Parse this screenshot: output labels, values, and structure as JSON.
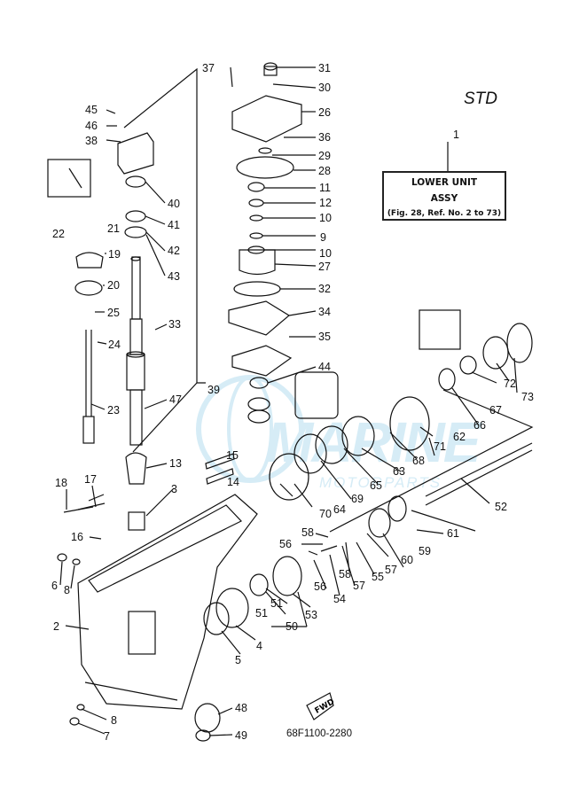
{
  "header": {
    "variant": "STD"
  },
  "info_box": {
    "ref_number": "1",
    "line1": "LOWER UNIT",
    "line2": "ASSY",
    "line3": "(Fig. 28, Ref. No. 2 to 73)"
  },
  "diagram_code": "68F1100-2280",
  "watermark": {
    "brand": "MARINE",
    "sub": "MOTORPARTS",
    "color": "#d6ecf6"
  },
  "fwd_label": "FWD",
  "part_labels": [
    "1",
    "2",
    "3",
    "4",
    "5",
    "6",
    "7",
    "8",
    "9",
    "10",
    "11",
    "12",
    "13",
    "14",
    "15",
    "16",
    "17",
    "18",
    "19",
    "20",
    "21",
    "22",
    "23",
    "24",
    "25",
    "26",
    "27",
    "28",
    "29",
    "30",
    "31",
    "32",
    "33",
    "34",
    "35",
    "36",
    "37",
    "38",
    "39",
    "40",
    "41",
    "42",
    "43",
    "44",
    "45",
    "46",
    "47",
    "48",
    "49",
    "50",
    "51",
    "52",
    "53",
    "54",
    "55",
    "56",
    "57",
    "58",
    "59",
    "60",
    "61",
    "62",
    "63",
    "64",
    "65",
    "66",
    "67",
    "68",
    "69",
    "70",
    "71",
    "72",
    "73"
  ]
}
